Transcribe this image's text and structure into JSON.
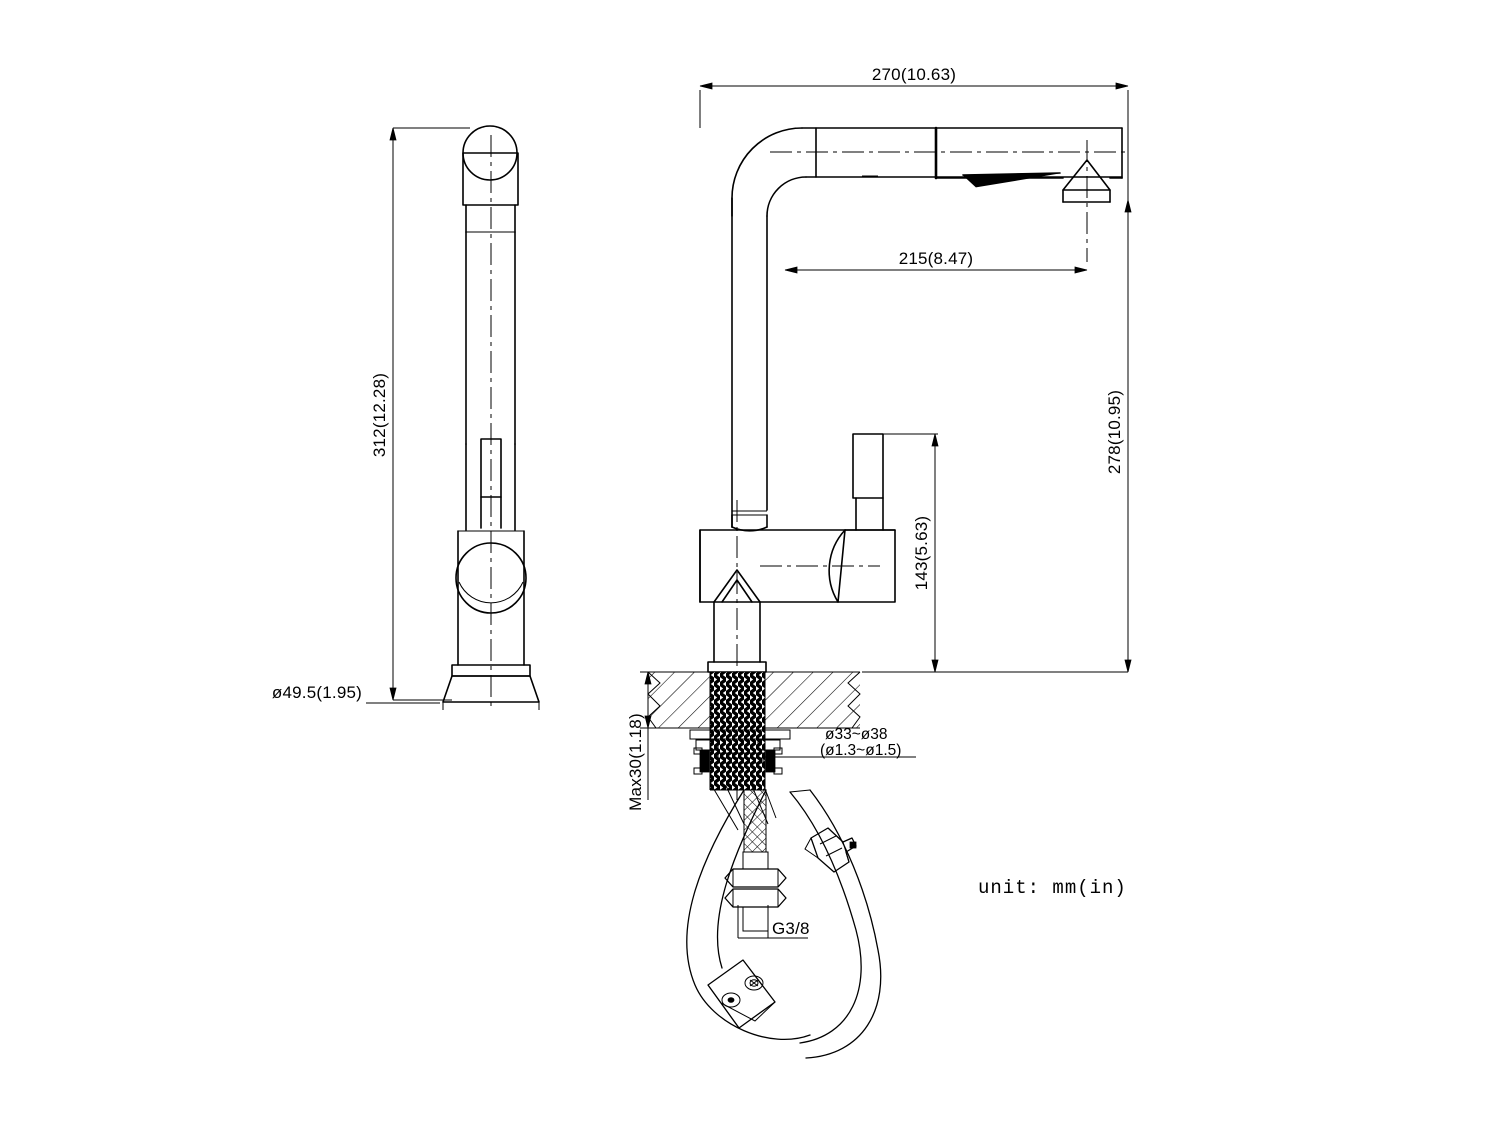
{
  "drawing": {
    "title": "Pull-out kitchen faucet dimensional drawing",
    "unit_note": "unit: mm(in)",
    "line_color": "#000000",
    "background_color": "#ffffff"
  },
  "dimensions": {
    "overall_width": "270(10.63)",
    "spout_reach": "215(8.47)",
    "overall_height_side": "312(12.28)",
    "spout_height": "278(10.95)",
    "handle_height": "143(5.63)",
    "base_diameter": "ø49.5(1.95)",
    "deck_thickness": "Max30(1.18)",
    "hole_diameter": "ø33~ø38",
    "hole_diameter_in": "(ø1.3~ø1.5)",
    "thread_spec": "G3/8"
  },
  "views": {
    "side_view": {
      "name": "side-elevation",
      "label": "312(12.28)",
      "base_label": "ø49.5(1.95)"
    },
    "front_view": {
      "name": "front-elevation",
      "top_label": "270(10.63)",
      "reach_label": "215(8.47)",
      "height_label": "278(10.95)",
      "handle_label": "143(5.63)"
    }
  },
  "parts": {
    "spray_head": "spray-head",
    "gooseneck": "gooseneck-elbow",
    "riser": "riser-column",
    "body": "valve-body",
    "lever": "lever-handle",
    "shank": "threaded-shank",
    "countertop": "countertop-section",
    "mounting_nut": "mounting-nut",
    "hose": "flexible-hose",
    "coupling": "quick-connect-coupling",
    "counterweight": "counterweight-block",
    "fitting": "g38-hose-fitting"
  }
}
